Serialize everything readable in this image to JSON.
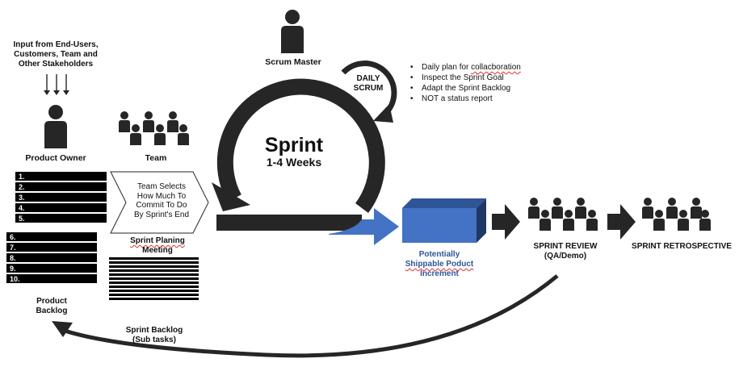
{
  "input_text": [
    "Input from End-Users,",
    "Customers, Team and",
    "Other Stakeholders"
  ],
  "product_owner_label": "Product Owner",
  "team_label": "Team",
  "scrum_master_label": "Scrum Master",
  "daily_scrum_label": [
    "DAILY",
    "SCRUM"
  ],
  "daily_scrum_bullets": [
    "Daily plan for collacboration",
    "Inspect the Sprint Goal",
    "Adapt the Sprint Backlog",
    "NOT a status report"
  ],
  "sprint_title": "Sprint",
  "sprint_duration": "1-4 Weeks",
  "team_selects_text": [
    "Team Selects",
    "How Much To",
    "Commit To Do",
    "By Sprint's End"
  ],
  "sprint_planning_label": [
    "Sprint Planing",
    "Meeting"
  ],
  "product_backlog_items": [
    "1.",
    "2.",
    "3.",
    "4.",
    "5.",
    "6.",
    "7.",
    "8.",
    "9.",
    "10."
  ],
  "product_backlog_label": [
    "Product",
    "Backlog"
  ],
  "sprint_backlog_label": [
    "Sprint Backlog",
    "(Sub tasks)"
  ],
  "increment_label": [
    "Potentially",
    "Shippable Poduct",
    "Increment"
  ],
  "sprint_review_label": [
    "SPRINT REVIEW",
    "(QA/Demo)"
  ],
  "sprint_retrospective_label": "SPRINT RETROSPECTIVE",
  "colors": {
    "dark": "#262626",
    "blue_box": "#4472c4",
    "blue_arrow": "#4472c4",
    "blue_text": "#2f5597"
  }
}
